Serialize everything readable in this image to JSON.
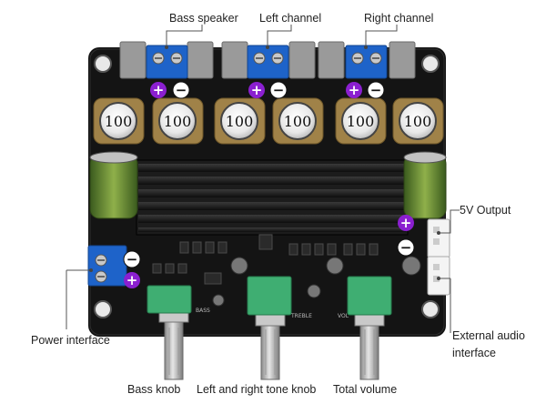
{
  "labels": {
    "bass_speaker": "Bass speaker",
    "left_channel": "Left channel",
    "right_channel": "Right channel",
    "five_v_output": "5V Output",
    "power_interface": "Power interface",
    "external_audio": "External audio interface",
    "bass_knob": "Bass knob",
    "tone_knob": "Left and right tone knob",
    "total_volume": "Total volume"
  },
  "inductors": [
    "100",
    "100",
    "100",
    "100",
    "100",
    "100"
  ],
  "silkscreen": {
    "treble": "TREBLE",
    "bass": "BASS",
    "vol": "VOL"
  },
  "polarity": {
    "plus": "+",
    "minus": "−"
  },
  "colors": {
    "pcb": "#141414",
    "terminal_blue": "#1e63c9",
    "pot_green": "#3fae72",
    "polarity_purple": "#8b1fd0",
    "heatsink": "#1c1c1c"
  }
}
